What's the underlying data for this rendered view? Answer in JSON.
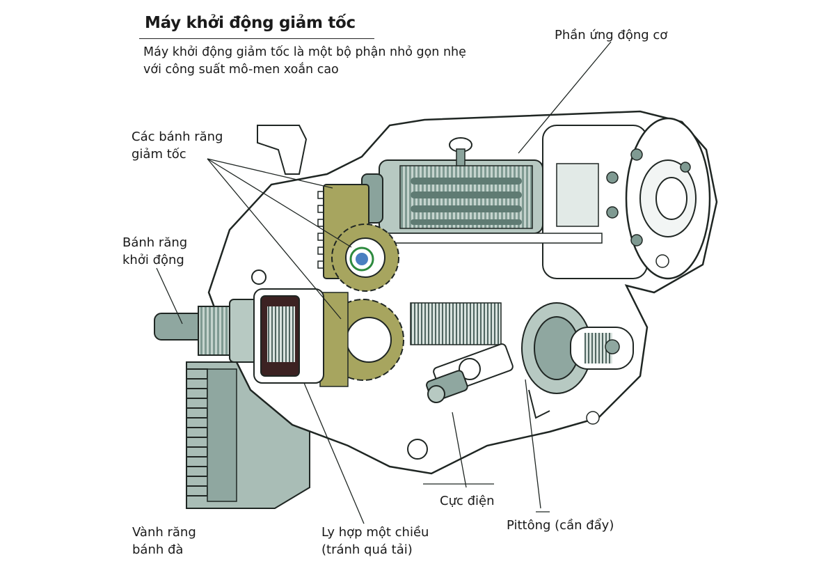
{
  "title": "Máy khởi động giảm tốc",
  "subtitle": {
    "line1": "Máy khởi động giảm tốc là một bộ phận nhỏ gọn nhẹ",
    "line2": "với công suất mô-men xoắn cao"
  },
  "labels": {
    "armature": "Phần ứng động cơ",
    "reduction_gears": {
      "line1": "Các bánh răng",
      "line2": "giảm tốc"
    },
    "pinion": {
      "line1": "Bánh răng",
      "line2": "khởi động"
    },
    "ring_gear": {
      "line1": "Vành răng",
      "line2": "bánh đà"
    },
    "clutch": {
      "line1": "Ly hợp một chiều",
      "line2": "(tránh quá tải)"
    },
    "terminal": "Cực điện",
    "plunger": "Pittông (cần đẩy)"
  },
  "colors": {
    "gear": "#a7a55f",
    "metal": "#6f8f86",
    "metal_light": "#b9cbc4",
    "outline": "#1f2623",
    "body": "#ffffff"
  }
}
